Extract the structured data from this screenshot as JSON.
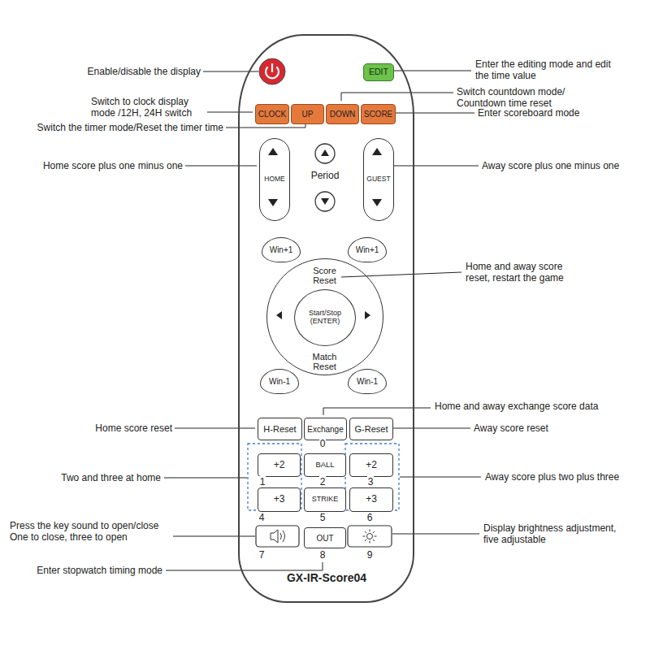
{
  "diagram": {
    "nodes": [
      {
        "text": [
          "GX-IR-Score04"
        ]
      },
      {
        "text": [
          "EDIT"
        ],
        "in": 0
      },
      {
        "text": [
          "CLOCK"
        ],
        "in": 0
      },
      {
        "text": [
          "UP"
        ],
        "in": 0
      },
      {
        "text": [
          "DOWN"
        ],
        "in": 0
      },
      {
        "text": [
          "SCORE"
        ],
        "in": 0
      },
      {
        "text": [
          "HOME"
        ],
        "in": 0
      },
      {
        "text": [
          "GUEST"
        ],
        "in": 0
      },
      {
        "text": [
          "Win+1"
        ],
        "in": 0
      },
      {
        "text": [
          "Win+1"
        ],
        "in": 0
      },
      {
        "text": [
          "Score Reset",
          "Match Reset"
        ],
        "in": 0
      },
      {
        "text": [
          "Start/Stop (ENTER)"
        ],
        "in": 10
      },
      {
        "text": [
          "Win-1"
        ],
        "in": 0
      },
      {
        "text": [
          "Win-1"
        ],
        "in": 0
      },
      {
        "text": [
          "H-Reset"
        ],
        "in": 0
      },
      {
        "text": [
          "Exchange"
        ],
        "in": 0
      },
      {
        "text": [
          "G-Reset"
        ],
        "in": 0
      },
      {
        "text": [
          "+2"
        ],
        "in": 0
      },
      {
        "text": [
          "BALL"
        ],
        "in": 0
      },
      {
        "text": [
          "+2"
        ],
        "in": 0
      },
      {
        "text": [
          "+3"
        ],
        "in": 0
      },
      {
        "text": [
          "STRIKE"
        ],
        "in": 0
      },
      {
        "text": [
          "+3"
        ],
        "in": 0
      },
      {
        "text": [
          "OUT"
        ],
        "in": 0
      }
    ],
    "labels": [
      "Enable/disable the display",
      "Enter the editing mode and edit the time value",
      "Switch countdown mode/ Countdown time reset",
      "Switch to clock display mode /12H, 24H switch",
      "Enter scoreboard mode",
      "Switch the timer mode/Reset the timer time",
      "Home score plus one minus one",
      "Period",
      "Away score plus one minus one",
      "Home and away score reset, restart the game",
      "Home and away exchange score data",
      "Home score reset",
      "Away score reset",
      "0",
      "Two and three at home",
      "Away score plus two plus three",
      "1",
      "2",
      "3",
      "4",
      "5",
      "6",
      "Press the key sound to open/close One to close, three to open",
      "Display brightness adjustment, five adjustable",
      "7",
      "8",
      "9",
      "Enter stopwatch timing mode"
    ]
  }
}
